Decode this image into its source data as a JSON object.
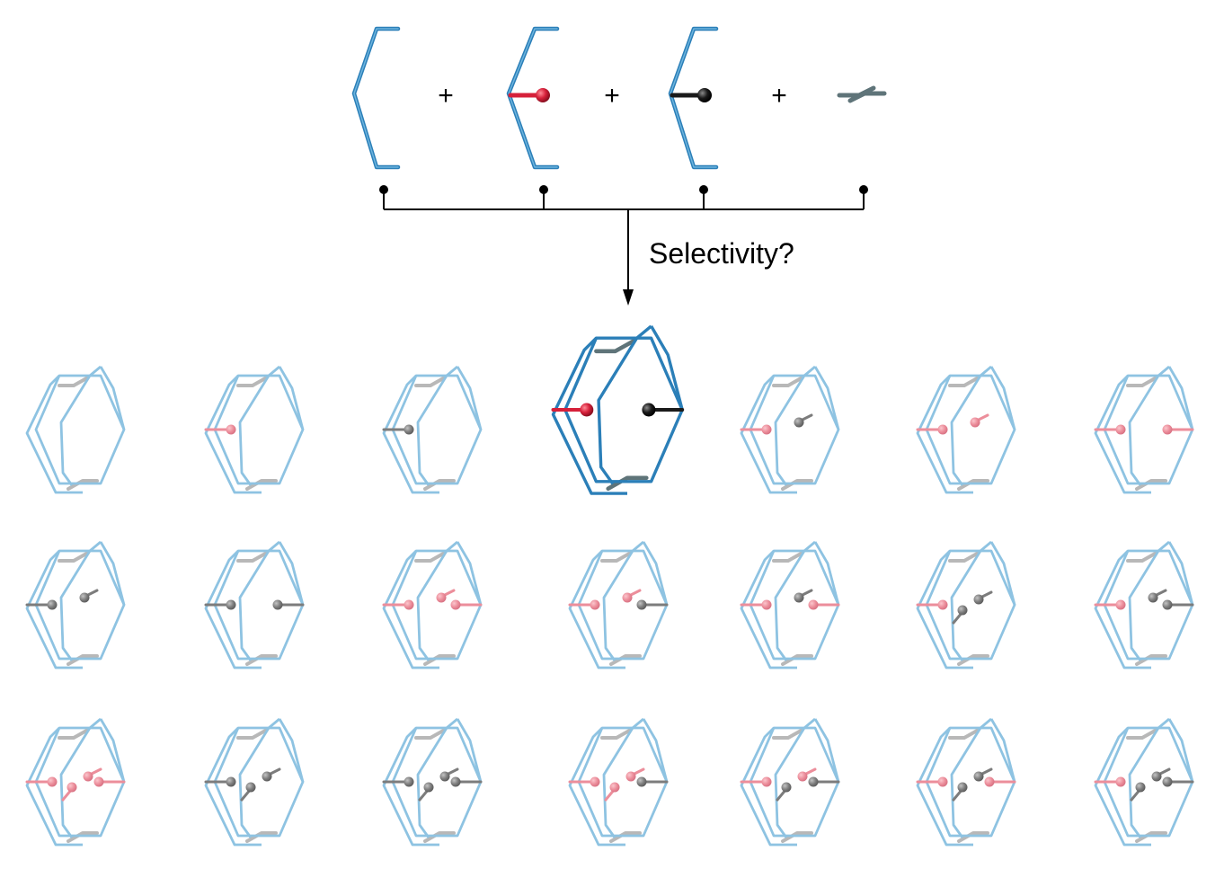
{
  "header": {
    "reactants": [
      {
        "kind": "bare-bracket",
        "icon": "blue-bracket-icon"
      },
      {
        "kind": "bracket-red-arm",
        "icon": "red-substituent-icon"
      },
      {
        "kind": "bracket-black-arm",
        "icon": "black-substituent-icon"
      },
      {
        "kind": "linker",
        "icon": "gray-linker-icon"
      }
    ],
    "plus_sign": "+",
    "question": "Selectivity?"
  },
  "colors": {
    "bracket": "#2b7fb8",
    "bracket_faded": "#8ec3e2",
    "red": "#d6203a",
    "red_faded": "#ec8e9b",
    "black": "#1a1a1a",
    "gray_arm": "#7c7c7c",
    "linker": "#5f7479",
    "linker_faded": "#b8b8b8",
    "line": "#000000"
  },
  "grid": {
    "selected_index": 3,
    "cages": [
      {
        "l": "n",
        "r": "n",
        "c": []
      },
      {
        "l": "r",
        "r": "n",
        "c": []
      },
      {
        "l": "k",
        "r": "n",
        "c": []
      },
      {
        "l": "r",
        "r": "k",
        "c": []
      },
      {
        "l": "r",
        "r": "n",
        "c": [
          "k"
        ]
      },
      {
        "l": "r",
        "r": "n",
        "c": [
          "r"
        ]
      },
      {
        "l": "r",
        "r": "r",
        "c": []
      },
      {
        "l": "k",
        "r": "n",
        "c": [
          "k"
        ]
      },
      {
        "l": "k",
        "r": "k",
        "c": []
      },
      {
        "l": "r",
        "r": "r",
        "c": [
          "r"
        ]
      },
      {
        "l": "r",
        "r": "k",
        "c": [
          "r"
        ]
      },
      {
        "l": "r",
        "r": "r",
        "c": [
          "k"
        ]
      },
      {
        "l": "r",
        "r": "n",
        "c": [
          "k",
          "k"
        ]
      },
      {
        "l": "r",
        "r": "k",
        "c": [
          "k"
        ]
      },
      {
        "l": "r",
        "r": "r",
        "c": [
          "r",
          "r"
        ]
      },
      {
        "l": "k",
        "r": "n",
        "c": [
          "k",
          "k"
        ]
      },
      {
        "l": "k",
        "r": "k",
        "c": [
          "k",
          "k"
        ]
      },
      {
        "l": "r",
        "r": "k",
        "c": [
          "r",
          "r"
        ]
      },
      {
        "l": "r",
        "r": "k",
        "c": [
          "k",
          "r"
        ]
      },
      {
        "l": "r",
        "r": "r",
        "c": [
          "k",
          "k"
        ]
      },
      {
        "l": "r",
        "r": "k",
        "c": [
          "k",
          "k"
        ]
      }
    ]
  }
}
